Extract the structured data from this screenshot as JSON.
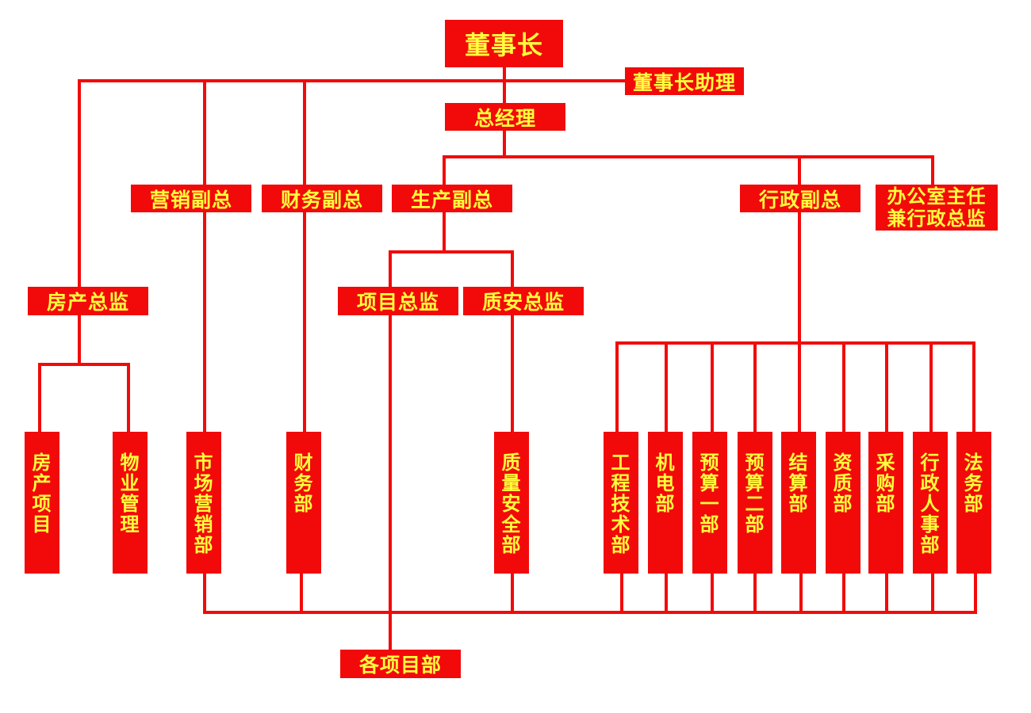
{
  "chairman": "董事长",
  "chairman_assistant": "董事长助理",
  "general_manager": "总经理",
  "vp_marketing": "营销副总",
  "vp_finance": "财务副总",
  "vp_production": "生产副总",
  "vp_admin": "行政副总",
  "office_director_line1": "办公室主任",
  "office_director_line2": "兼行政总监",
  "real_estate_director": "房产总监",
  "project_director": "项目总监",
  "quality_safety_director": "质安总监",
  "departments": {
    "real_estate_project": "房产项目",
    "property_management": "物业管理",
    "marketing_dept": "市场营销部",
    "finance_dept": "财务部",
    "quality_safety_dept": "质量安全部",
    "engineering_tech_dept": "工程技术部",
    "electromechanical_dept": "机电部",
    "budget_dept_1": "预算一部",
    "budget_dept_2": "预算二部",
    "settlement_dept": "结算部",
    "qualification_dept": "资质部",
    "purchasing_dept": "采购部",
    "admin_hr_dept": "行政人事部",
    "legal_dept": "法务部"
  },
  "project_departments": "各项目部",
  "colors": {
    "box": "#f20a0a",
    "text": "#ffff3c",
    "line": "#f20a0a"
  }
}
